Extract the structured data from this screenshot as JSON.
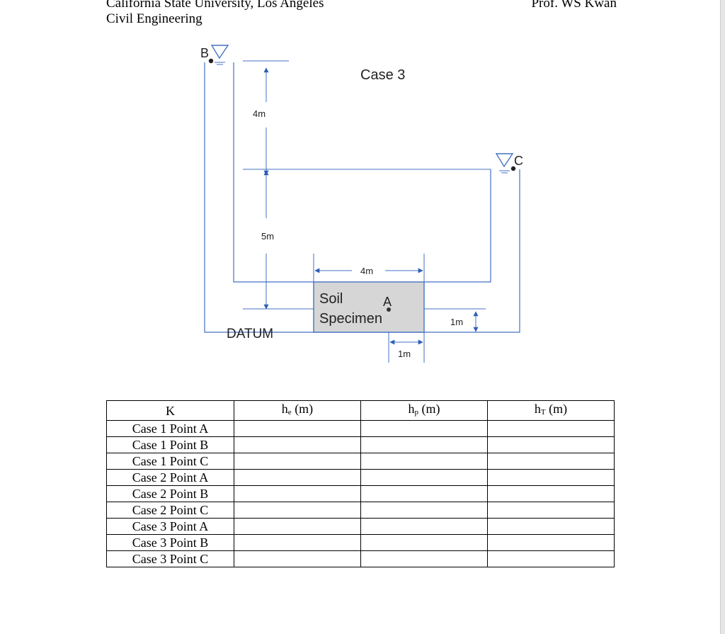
{
  "header": {
    "university": "California State University, Los Angeles",
    "department": "Civil Engineering",
    "professor": "Prof. WS Kwan"
  },
  "diagram": {
    "title": "Case 3",
    "point_b": "B",
    "point_c": "C",
    "point_a": "A",
    "dim_upper": "4m",
    "dim_lower": "5m",
    "dim_specimen_width": "4m",
    "dim_right_height": "1m",
    "dim_bottom_offset": "1m",
    "soil_line1": "Soil",
    "soil_line2": "Specimen",
    "datum": "DATUM",
    "colors": {
      "line": "#4472c4",
      "arrow": "#2e5fb5",
      "soil_fill": "#d6d6d6",
      "soil_border": "#4472c4"
    }
  },
  "table": {
    "headers": [
      {
        "main": "K",
        "sub": ""
      },
      {
        "main": "h",
        "sub": "e",
        "unit": " (m)"
      },
      {
        "main": "h",
        "sub": "p",
        "unit": " (m)"
      },
      {
        "main": "h",
        "sub": "T",
        "unit": " (m)"
      }
    ],
    "rows": [
      "Case 1 Point A",
      "Case 1 Point B",
      "Case 1 Point C",
      "Case 2 Point A",
      "Case 2 Point B",
      "Case 2 Point C",
      "Case 3 Point A",
      "Case 3 Point B",
      "Case 3 Point C"
    ]
  }
}
